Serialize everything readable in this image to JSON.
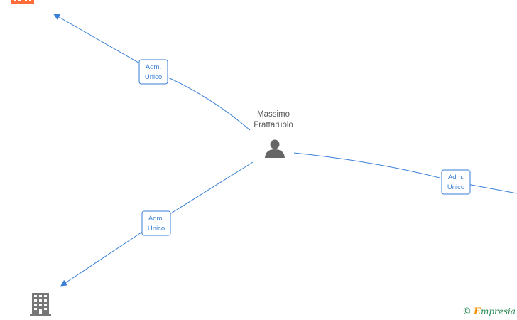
{
  "person": {
    "name_line1": "Massimo",
    "name_line2": "Frattaruolo",
    "icon": "person-icon"
  },
  "edges": [
    {
      "label_line1": "Adm.",
      "label_line2": "Unico",
      "target": "company-top-left"
    },
    {
      "label_line1": "Adm.",
      "label_line2": "Unico",
      "target": "company-bottom-left"
    },
    {
      "label_line1": "Adm.",
      "label_line2": "Unico",
      "target": "company-right-offscreen"
    }
  ],
  "companies": [
    {
      "icon": "building-icon",
      "color": "#ff6d3a"
    },
    {
      "icon": "building-icon",
      "color": "#777777"
    }
  ],
  "colors": {
    "edge": "#3a7fd5",
    "person_icon": "#666666"
  },
  "watermark": {
    "copyright": "©",
    "brand_initial": "E",
    "brand_rest": "mpresia"
  }
}
